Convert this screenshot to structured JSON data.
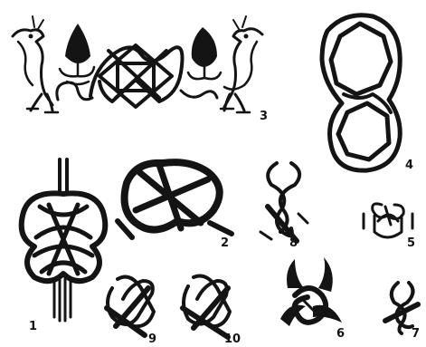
{
  "plate": {
    "labels": [
      "1",
      "2",
      "3",
      "4",
      "5",
      "6",
      "7",
      "8",
      "9",
      "10"
    ]
  },
  "figures": [
    {
      "label": "1",
      "subject": "hanging tasselled knot"
    },
    {
      "label": "2",
      "subject": "rope knot"
    },
    {
      "label": "3",
      "subject": "frieze with birds and interlace"
    },
    {
      "label": "4",
      "subject": "double loop interlace"
    },
    {
      "label": "5",
      "subject": "small knot"
    },
    {
      "label": "6",
      "subject": "knot with leaves"
    },
    {
      "label": "7",
      "subject": "small twisted knot"
    },
    {
      "label": "8",
      "subject": "vertical twisted knot"
    },
    {
      "label": "9",
      "subject": "square knot"
    },
    {
      "label": "10",
      "subject": "square knot"
    }
  ],
  "colors": {
    "ink": "#141414",
    "paper": "#ffffff"
  }
}
